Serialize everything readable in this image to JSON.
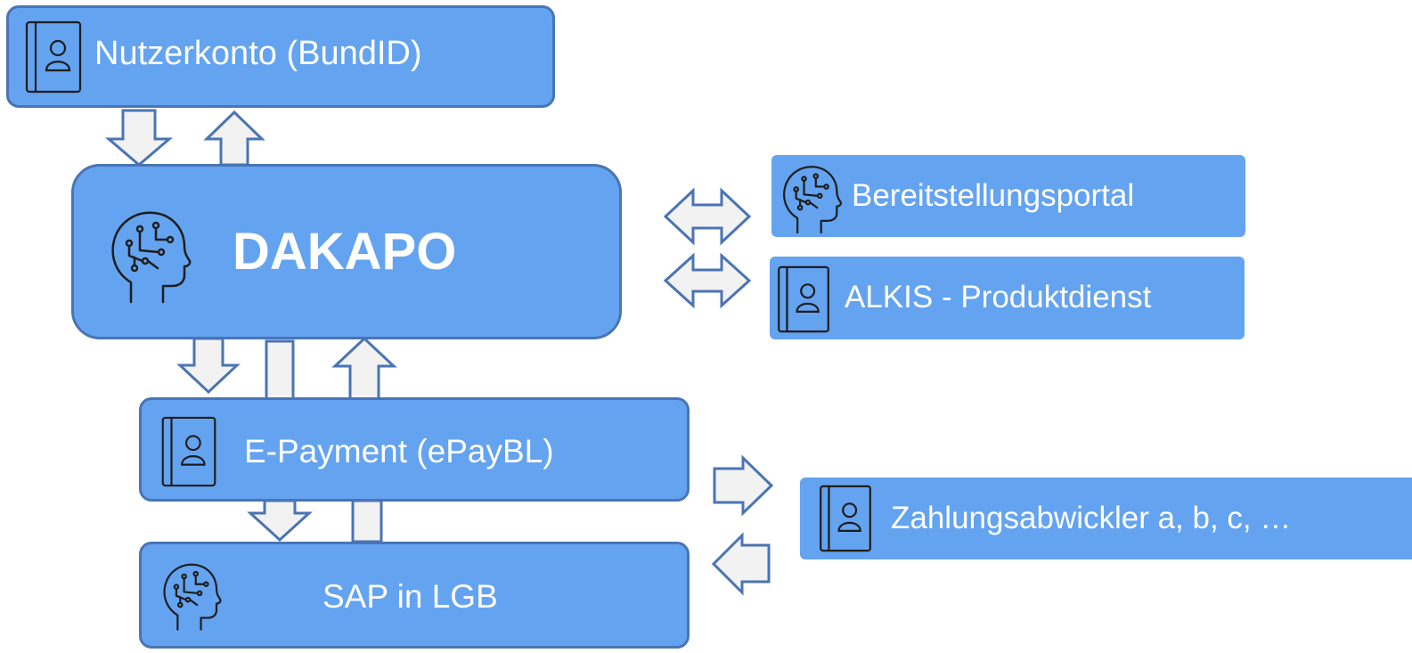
{
  "nodes": {
    "nutzerkonto": {
      "label": "Nutzerkonto (BundID)",
      "icon": "contact-book-icon"
    },
    "dakapo": {
      "label": "DAKAPO",
      "icon": "ai-head-icon"
    },
    "bereitstellungsportal": {
      "label": "Bereitstellungsportal",
      "icon": "ai-head-icon"
    },
    "alkis": {
      "label": "ALKIS - Produktdienst",
      "icon": "contact-book-icon"
    },
    "epayment": {
      "label": "E-Payment (ePayBL)",
      "icon": "contact-book-icon"
    },
    "sap": {
      "label": "SAP in LGB",
      "icon": "ai-head-icon"
    },
    "zahlung": {
      "label": "Zahlungsabwickler a, b, c, …",
      "icon": "contact-book-icon"
    }
  },
  "colors": {
    "box_fill": "#64a3f0",
    "box_border": "#4a74b4",
    "arrow_fill": "#f2f2f2",
    "arrow_stroke": "#4a74b4"
  }
}
